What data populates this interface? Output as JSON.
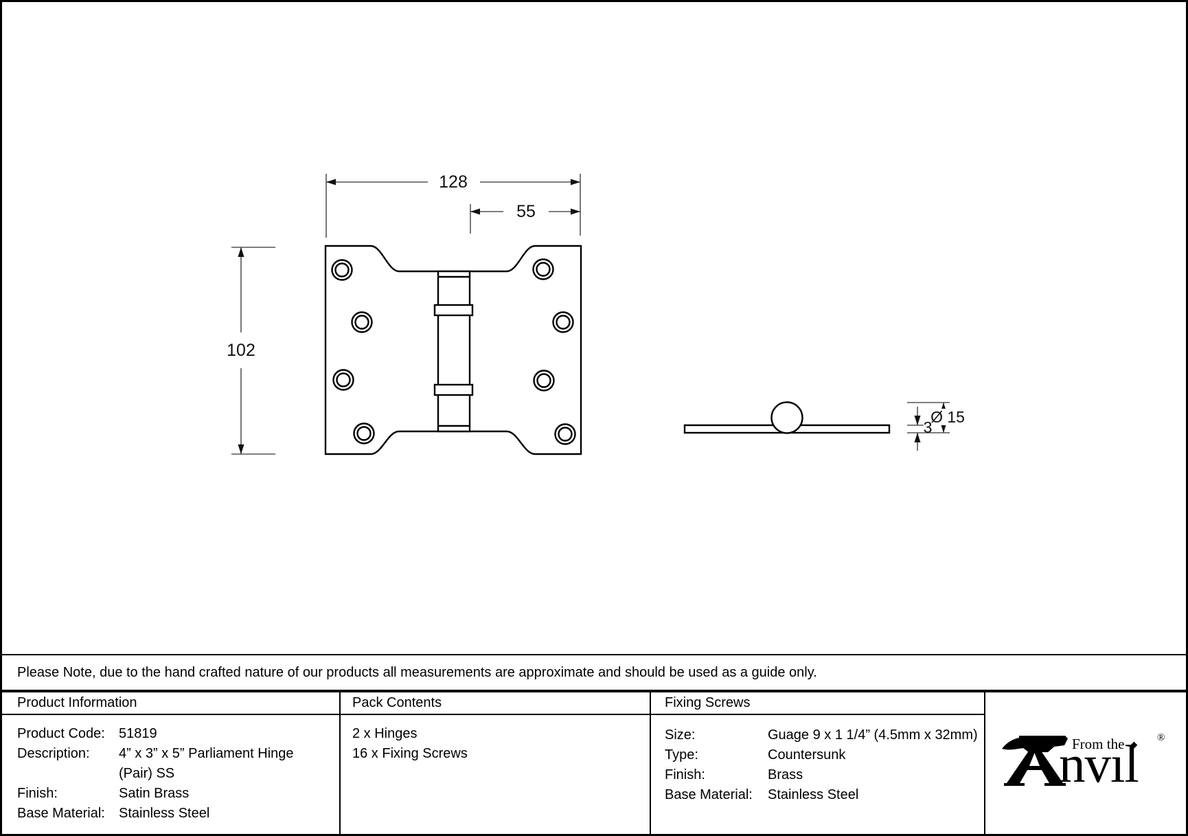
{
  "drawing": {
    "front_view": {
      "width_label": "128",
      "leaf_label": "55",
      "height_label": "102"
    },
    "side_view": {
      "diameter_label": "Ø 15",
      "thickness_label": "3"
    }
  },
  "note": "Please Note, due to the hand crafted nature of our products all measurements are approximate and should be used as a guide only.",
  "table": {
    "product_information": {
      "header": "Product Information",
      "rows": [
        {
          "label": "Product Code:",
          "value": "51819"
        },
        {
          "label": "Description:",
          "value": "4” x 3” x 5” Parliament Hinge"
        },
        {
          "label": "",
          "value": "(Pair) SS"
        },
        {
          "label": "Finish:",
          "value": "Satin Brass"
        },
        {
          "label": "Base Material:",
          "value": "Stainless Steel"
        }
      ]
    },
    "pack_contents": {
      "header": "Pack Contents",
      "lines": [
        "2 x Hinges",
        "16 x Fixing Screws"
      ]
    },
    "fixing_screws": {
      "header": "Fixing Screws",
      "rows": [
        {
          "label": "Size:",
          "value": "Guage 9 x 1 1/4” (4.5mm x 32mm)"
        },
        {
          "label": "Type:",
          "value": "Countersunk"
        },
        {
          "label": "Finish:",
          "value": "Brass"
        },
        {
          "label": "Base Material:",
          "value": "Stainless Steel"
        }
      ]
    }
  },
  "logo": {
    "from_the": "From the",
    "diamond": "◆",
    "anvil_text": "nvıl",
    "registered": "®"
  }
}
